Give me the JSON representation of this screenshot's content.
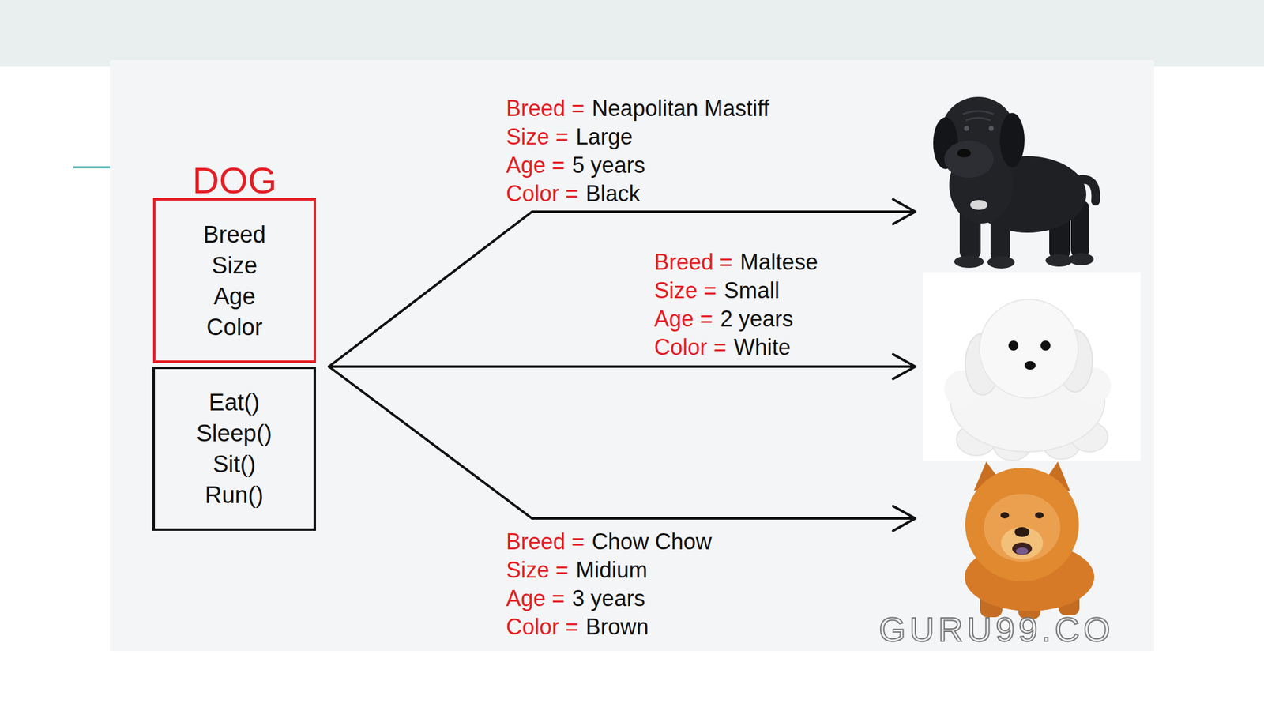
{
  "diagram": {
    "nodes": [
      {
        "text": [
          "DOG",
          "Breed Size Age Color"
        ]
      },
      {
        "text": [
          "Eat() Sleep() Sit() Run()"
        ]
      }
    ],
    "labels": [
      "Breed =",
      "Neapolitan Mastiff",
      "Size =",
      "Large",
      "Age =",
      "5 years",
      "Color =",
      "Black",
      "Breed =",
      "Maltese",
      "Size =",
      "Small",
      "Age =",
      "2 years",
      "Color =",
      "White",
      "Breed =",
      "Chow Chow",
      "Size =",
      "Midium",
      "Age =",
      "3 years",
      "Color =",
      "Brown",
      "GURU99.CO"
    ]
  }
}
